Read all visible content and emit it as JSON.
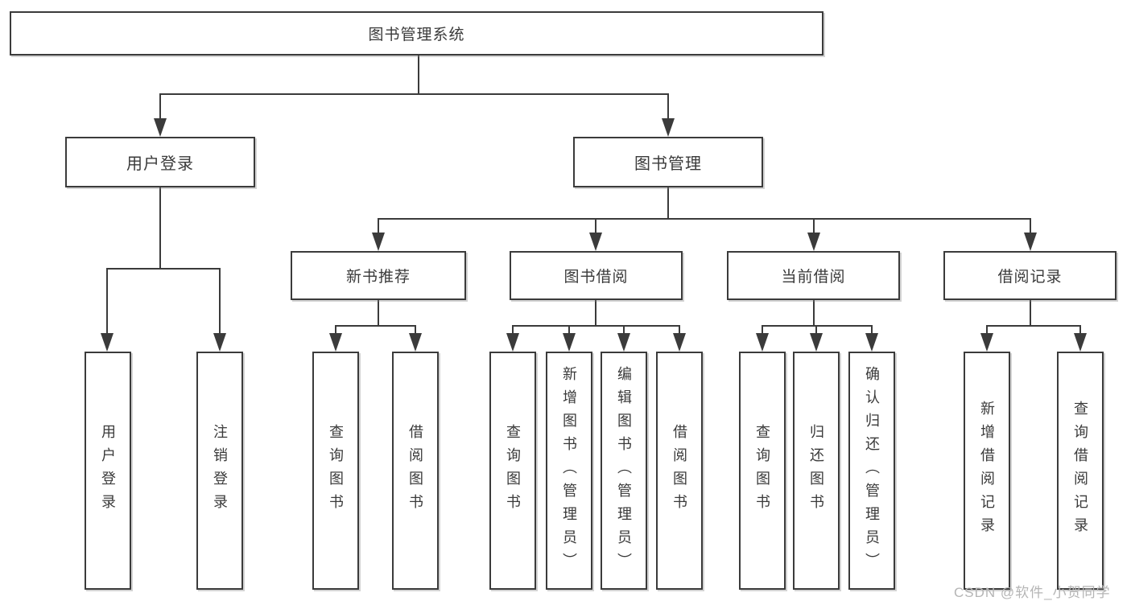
{
  "tree": {
    "root": "图书管理系统",
    "children": [
      {
        "label": "用户登录",
        "children": [
          {
            "label": "用户登录"
          },
          {
            "label": "注销登录"
          }
        ]
      },
      {
        "label": "图书管理",
        "children": [
          {
            "label": "新书推荐",
            "children": [
              {
                "label": "查询图书"
              },
              {
                "label": "借阅图书"
              }
            ]
          },
          {
            "label": "图书借阅",
            "children": [
              {
                "label": "查询图书"
              },
              {
                "label": "新增图书（管理员）"
              },
              {
                "label": "编辑图书（管理员）"
              },
              {
                "label": "借阅图书"
              }
            ]
          },
          {
            "label": "当前借阅",
            "children": [
              {
                "label": "查询图书"
              },
              {
                "label": "归还图书"
              },
              {
                "label": "确认归还（管理员）"
              }
            ]
          },
          {
            "label": "借阅记录",
            "children": [
              {
                "label": "新增借阅记录"
              },
              {
                "label": "查询借阅记录"
              }
            ]
          }
        ]
      }
    ]
  },
  "watermark": "CSDN @软件_小贺同学",
  "colors": {
    "line": "#3b3b3b",
    "text": "#3a3a3a",
    "watermark": "#b5b5b5",
    "background": "#ffffff"
  }
}
